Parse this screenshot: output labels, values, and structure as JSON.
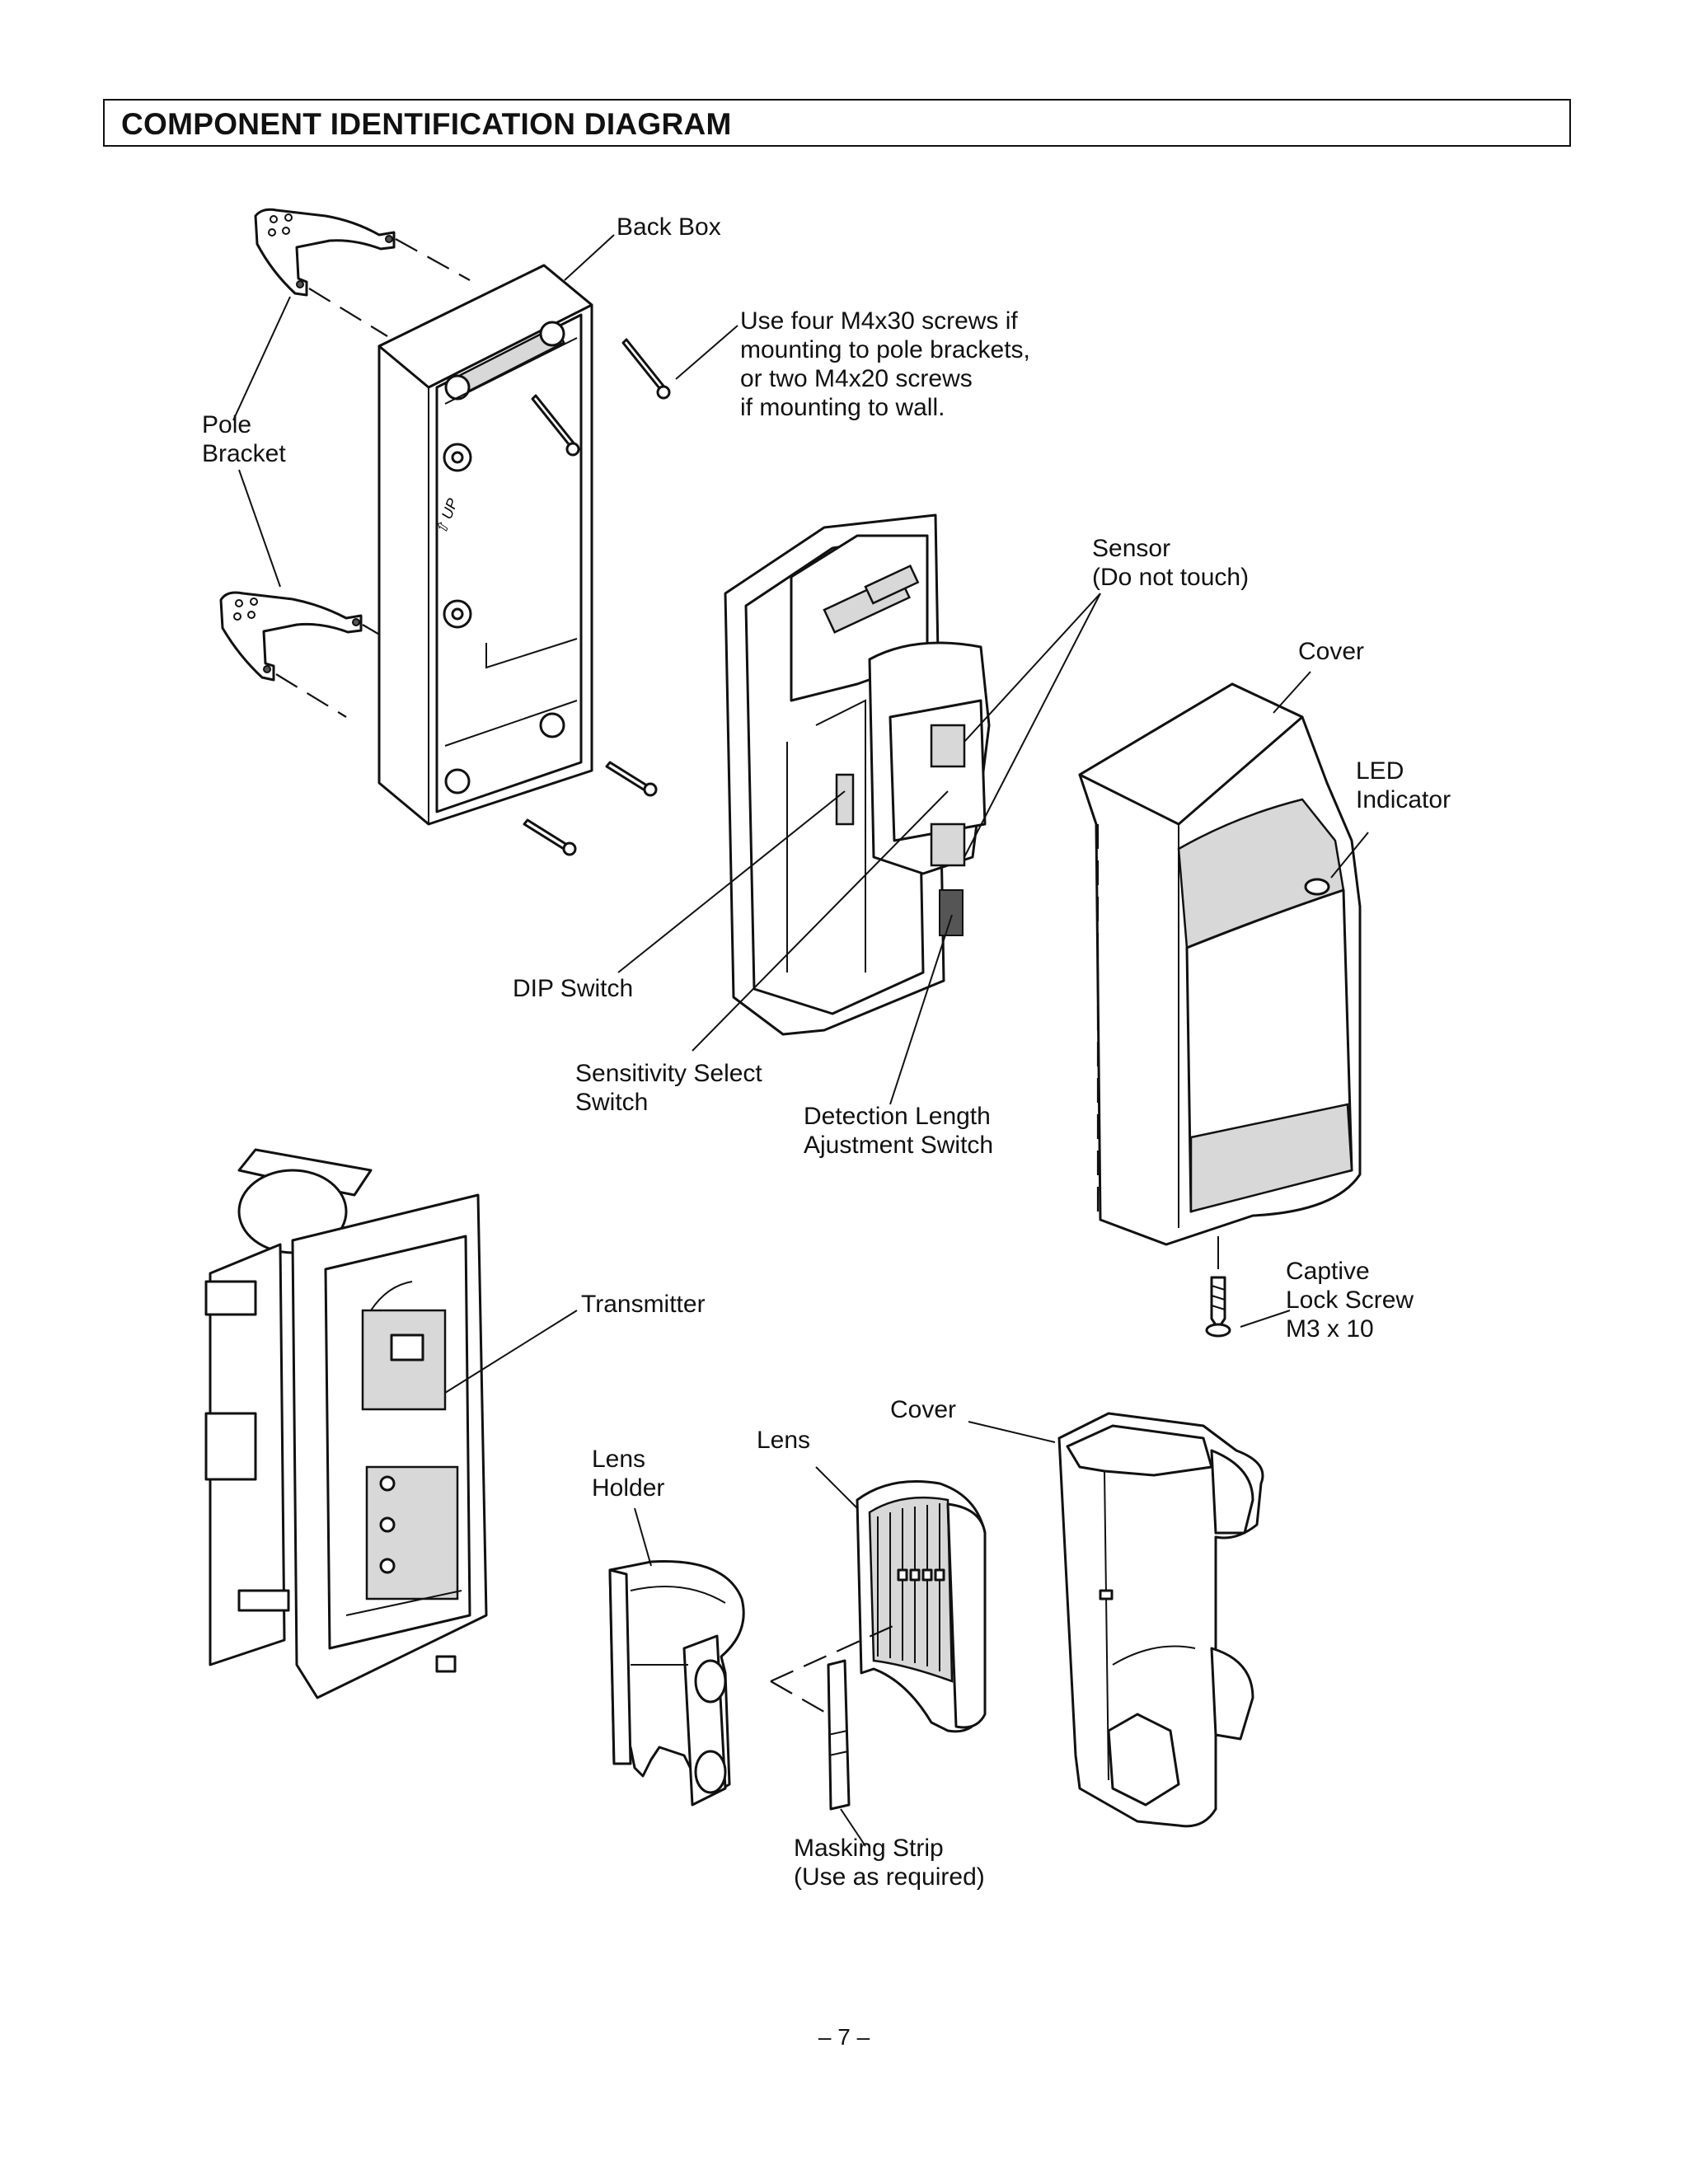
{
  "header": {
    "title": "COMPONENT IDENTIFICATION DIAGRAM"
  },
  "labels": {
    "back_box": "Back Box",
    "screws_note": "Use four M4x30 screws if\nmounting to pole brackets,\nor two M4x20 screws\nif mounting to wall.",
    "pole_bracket": "Pole\nBracket",
    "sensor": "Sensor\n(Do not touch)",
    "cover_top": "Cover",
    "led_indicator": "LED\nIndicator",
    "dip_switch": "DIP Switch",
    "sensitivity_switch": "Sensitivity Select\nSwitch",
    "detection_switch": "Detection Length\nAjustment Switch",
    "captive_screw": "Captive\nLock Screw\nM3 x 10",
    "transmitter": "Transmitter",
    "cover_bottom": "Cover",
    "lens": "Lens",
    "lens_holder": "Lens\nHolder",
    "masking_strip": "Masking Strip\n(Use as required)",
    "up_marking": "UP"
  },
  "footer": {
    "page_number": "– 7 –"
  }
}
